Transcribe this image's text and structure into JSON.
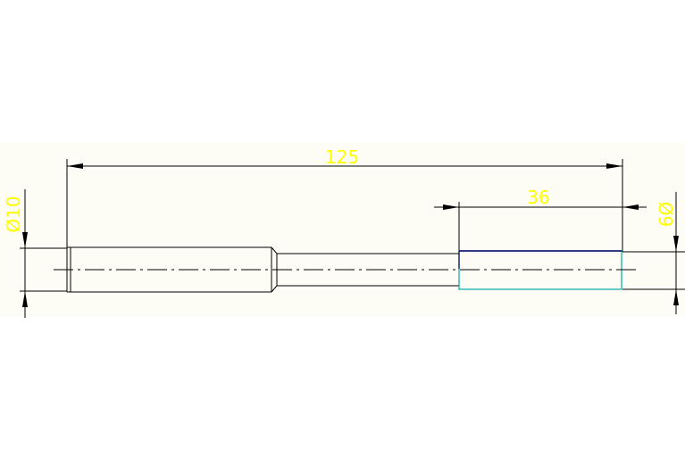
{
  "drawing": {
    "dimensions": {
      "overall_length": "125",
      "section_length": "36",
      "left_diameter": "Ø10",
      "right_diameter": "Ø9"
    },
    "colors": {
      "paper_band": "#fdfdf6",
      "outline": "#000000",
      "dimension_line": "#000000",
      "dimension_text": "#ffff00",
      "highlight_outline": "#00aaaa",
      "highlight_top_edge": "#000060",
      "centerline": "#000000"
    }
  }
}
